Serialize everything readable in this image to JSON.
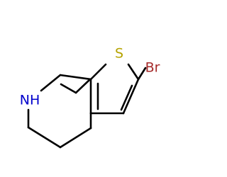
{
  "molecule": {
    "atoms": {
      "sulfur": {
        "label": "S",
        "color": "#b5a300"
      },
      "bromine": {
        "label": "Br",
        "color": "#a52a2a"
      },
      "nitrogen": {
        "label": "NH",
        "color": "#0000cc"
      }
    }
  }
}
